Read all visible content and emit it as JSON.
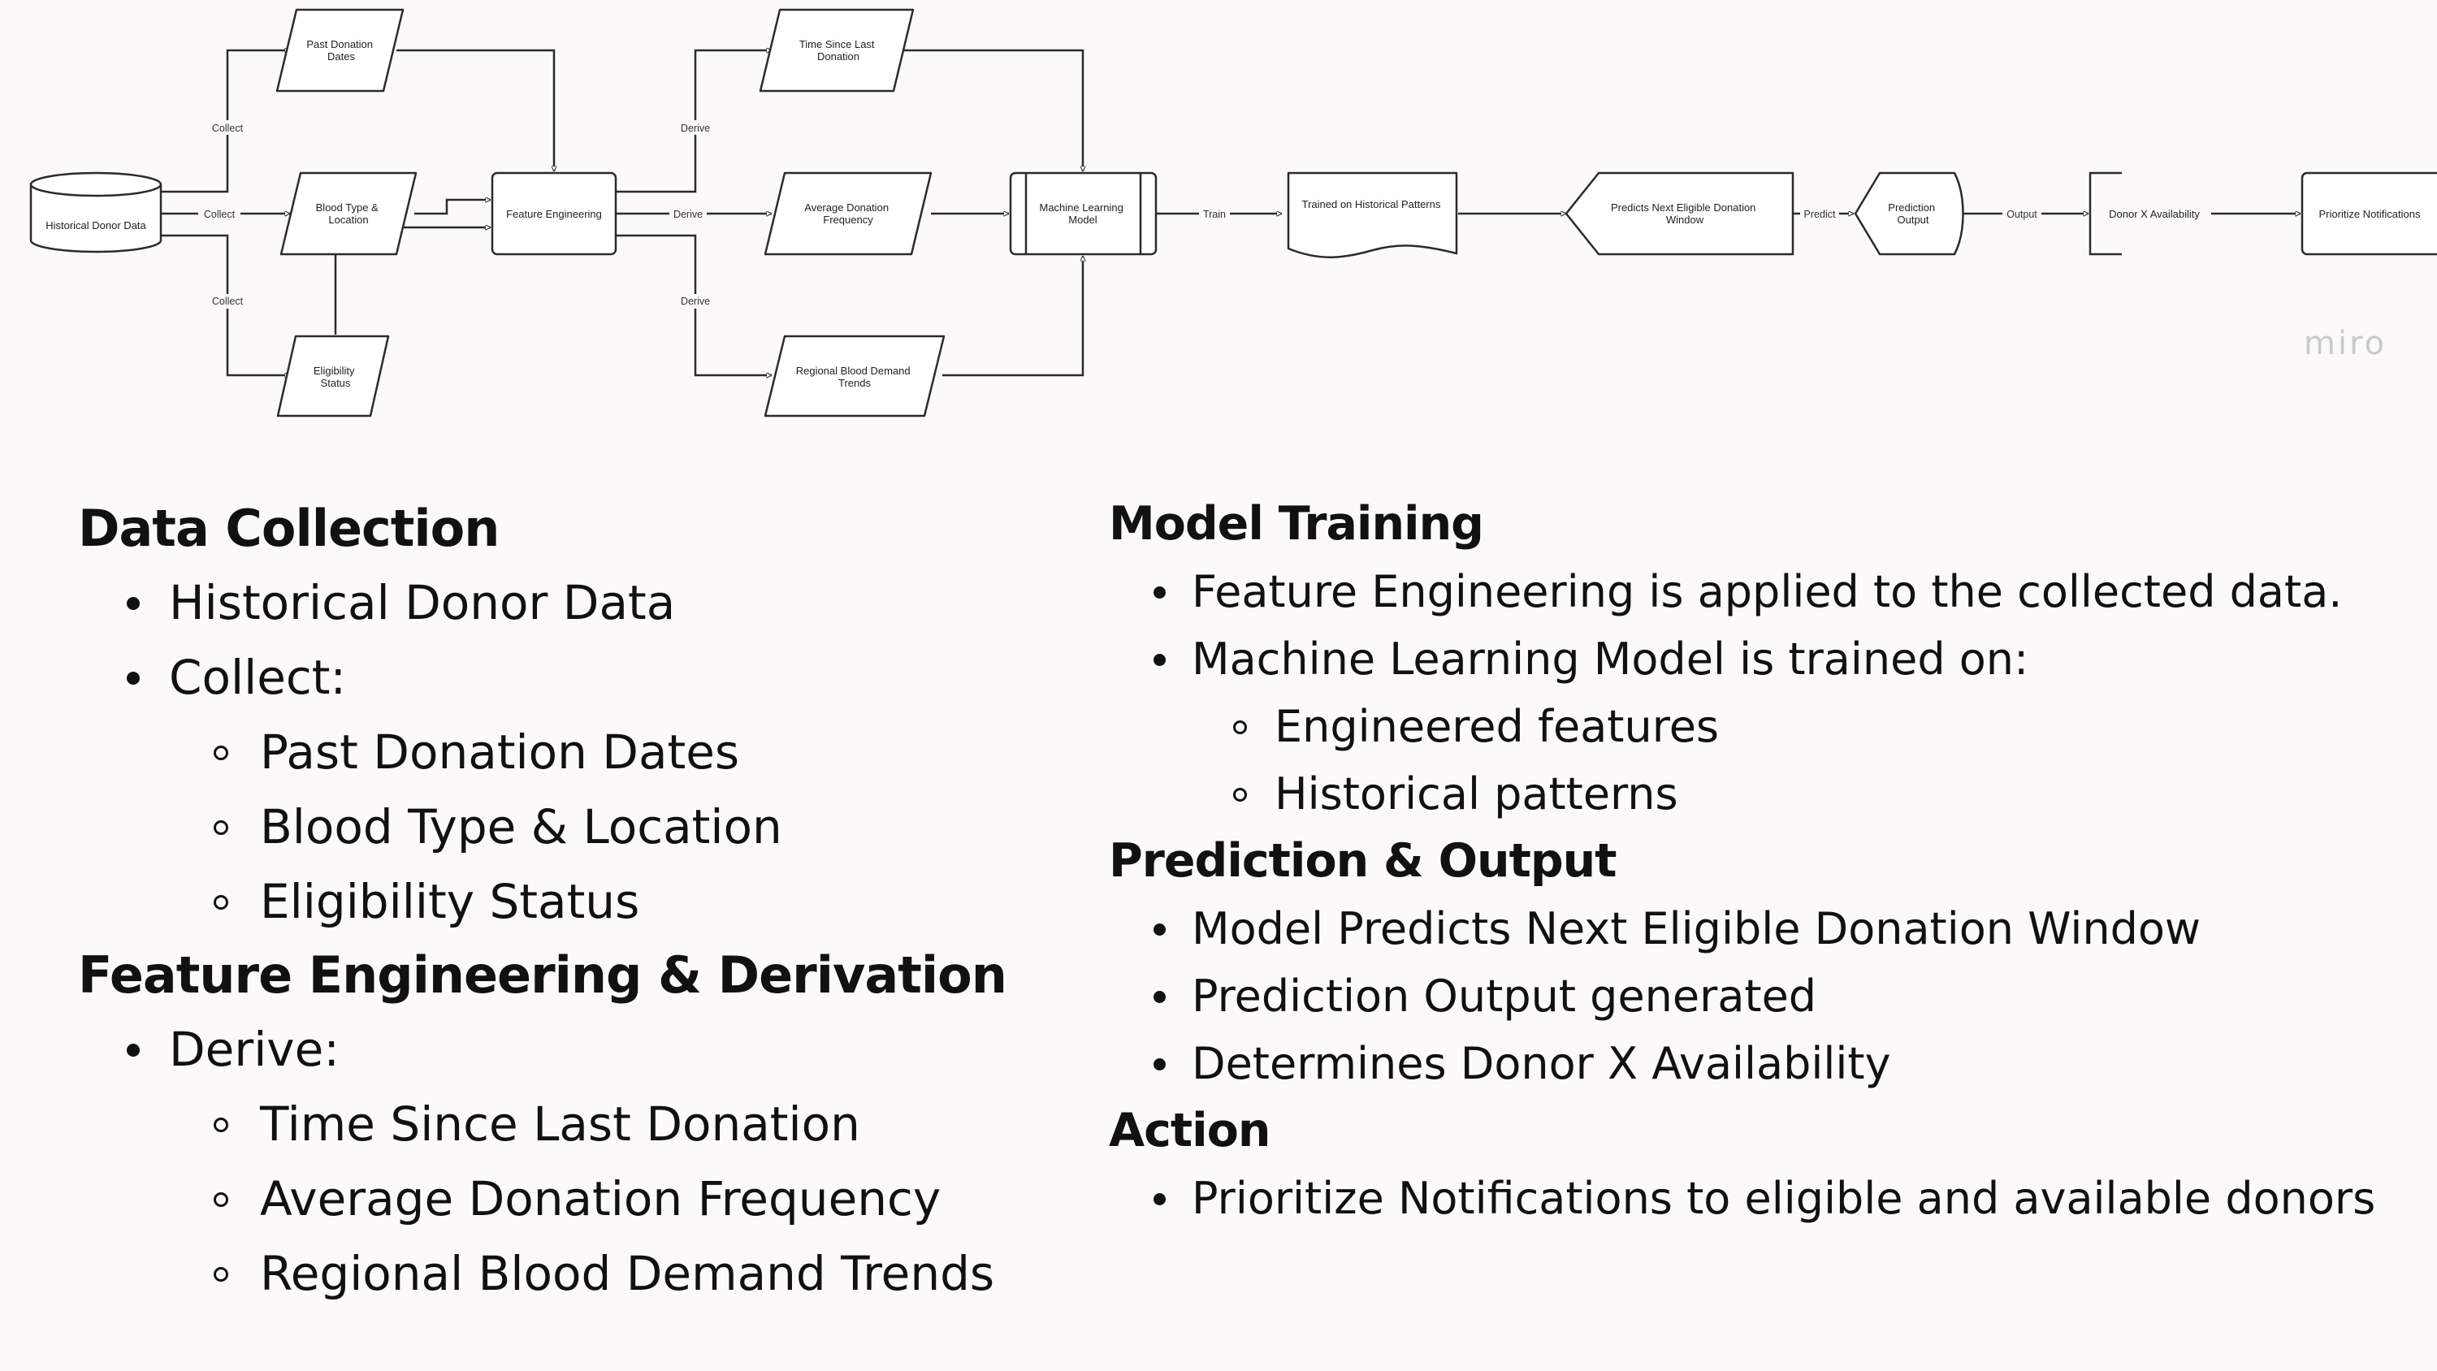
{
  "diagram": {
    "nodes": {
      "historical_donor_data": "Historical Donor Data",
      "past_donation_dates": [
        "Past Donation",
        "Dates"
      ],
      "blood_type_location": [
        "Blood Type &",
        "Location"
      ],
      "eligibility_status": [
        "Eligibility",
        "Status"
      ],
      "feature_engineering": "Feature Engineering",
      "time_since_last_donation": [
        "Time Since Last",
        "Donation"
      ],
      "average_donation_frequency": [
        "Average Donation",
        "Frequency"
      ],
      "regional_blood_demand_trends": [
        "Regional Blood Demand",
        "Trends"
      ],
      "machine_learning_model": [
        "Machine Learning",
        "Model"
      ],
      "trained_on_historical_patterns": "Trained on Historical Patterns",
      "predicts_next_eligible_window": [
        "Predicts Next Eligible Donation",
        "Window"
      ],
      "prediction_output": [
        "Prediction",
        "Output"
      ],
      "donor_x_availability": "Donor X Availability",
      "prioritize_notifications": "Prioritize Notifications"
    },
    "edge_labels": {
      "collect": "Collect",
      "derive": "Derive",
      "train": "Train",
      "predict": "Predict",
      "output": "Output"
    },
    "watermark": "miro"
  },
  "left": {
    "sections": [
      {
        "title": "Data Collection",
        "items": [
          {
            "text": "Historical Donor Data"
          },
          {
            "text": "Collect:",
            "children": [
              "Past Donation Dates",
              "Blood Type & Location",
              "Eligibility Status"
            ]
          }
        ]
      },
      {
        "title": "Feature Engineering & Derivation",
        "items": [
          {
            "text": "Derive:",
            "children": [
              "Time Since Last Donation",
              "Average Donation Frequency",
              "Regional Blood Demand Trends"
            ]
          }
        ]
      }
    ]
  },
  "right": {
    "sections": [
      {
        "title": "Model Training",
        "items": [
          {
            "text": "Feature Engineering is applied to the collected data."
          },
          {
            "text": "Machine Learning Model is trained on:",
            "children": [
              "Engineered features",
              "Historical patterns"
            ]
          }
        ]
      },
      {
        "title": "Prediction & Output",
        "items": [
          {
            "text": "Model Predicts Next Eligible Donation Window"
          },
          {
            "text": "Prediction Output generated"
          },
          {
            "text": "Determines Donor X Availability"
          }
        ]
      },
      {
        "title": "Action",
        "items": [
          {
            "text": "Prioritize Notifications to eligible and available donors"
          }
        ]
      }
    ]
  }
}
